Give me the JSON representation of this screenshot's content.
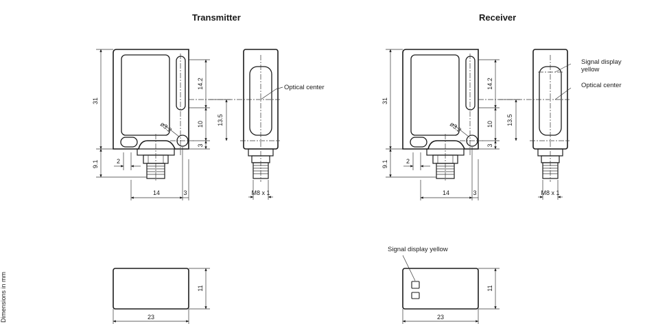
{
  "titles": {
    "transmitter": "Transmitter",
    "receiver": "Receiver"
  },
  "side_note": "Dimensions in mm",
  "dimensions": {
    "height": "31",
    "lens_slot": "14.2",
    "to_center": "13.5",
    "to_hole": "10",
    "hole_offset": "3",
    "hole_dia": "ø3.2",
    "base_height": "9.1",
    "hole_edge": "2",
    "hole_spacing": "14",
    "right_margin": "3",
    "thread": "M8 x 1",
    "width": "23",
    "depth": "11"
  },
  "callouts": {
    "optical_center": "Optical center",
    "signal_display_line1": "Signal display",
    "signal_display_line2": "yellow",
    "signal_display_full": "Signal display yellow"
  }
}
